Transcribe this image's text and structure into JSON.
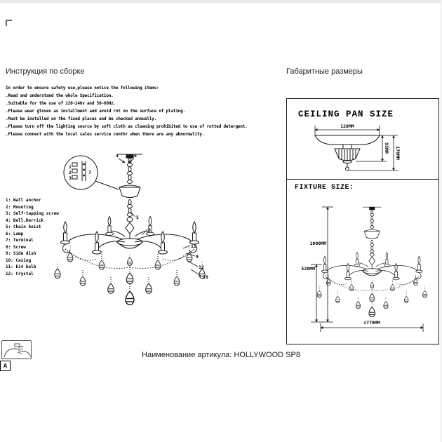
{
  "page": {
    "left_section_title": "Инструкция по сборке",
    "right_section_title": "Габаритные размеры",
    "footer_label": "Наименование артикула: HOLLYWOOD SP8",
    "corner_marker": "A"
  },
  "instructions": {
    "intro": "In order to ensure safety use,please notice the following items:",
    "items": [
      ".Read and understand the whole Specification.",
      ".Suitable for the use of 220~240v and 50~60Hz.",
      ".Please wear gloves as installment and avoid rot on the surface of plating.",
      ".Must be installed on the fixed places and be checked annually.",
      ".Please turn off the lighting source by soft cloth as cleaning prohibited to use of rotted detergent.",
      ".Please connect with the local sales service centhr when there are any abnormality."
    ]
  },
  "parts_list": {
    "items": [
      "1: Wall anchor",
      "2: Mounting",
      "3: Self-tapping screw",
      "4: Bell,Derrick",
      "5: Chain hoist",
      "6: Lamp",
      "7: Terminal",
      "8: Screw",
      "9: Side dish",
      "10: Casing",
      "11: E14 bulb",
      "12: Crystal"
    ]
  },
  "diagram": {
    "callouts": [
      "1",
      "2",
      "3",
      "4",
      "5",
      "6",
      "7",
      "8",
      "9",
      "10",
      "11",
      "12"
    ]
  },
  "ceiling_pan": {
    "title": "CEILING PAN SIZE",
    "width": "120MM",
    "height_inner": "95MM",
    "height_total": "170MM"
  },
  "fixture": {
    "title": "FIXTURE SIZE:",
    "height_total": "1000MM",
    "height_body": "520MM",
    "diameter": "⌀770MM"
  }
}
